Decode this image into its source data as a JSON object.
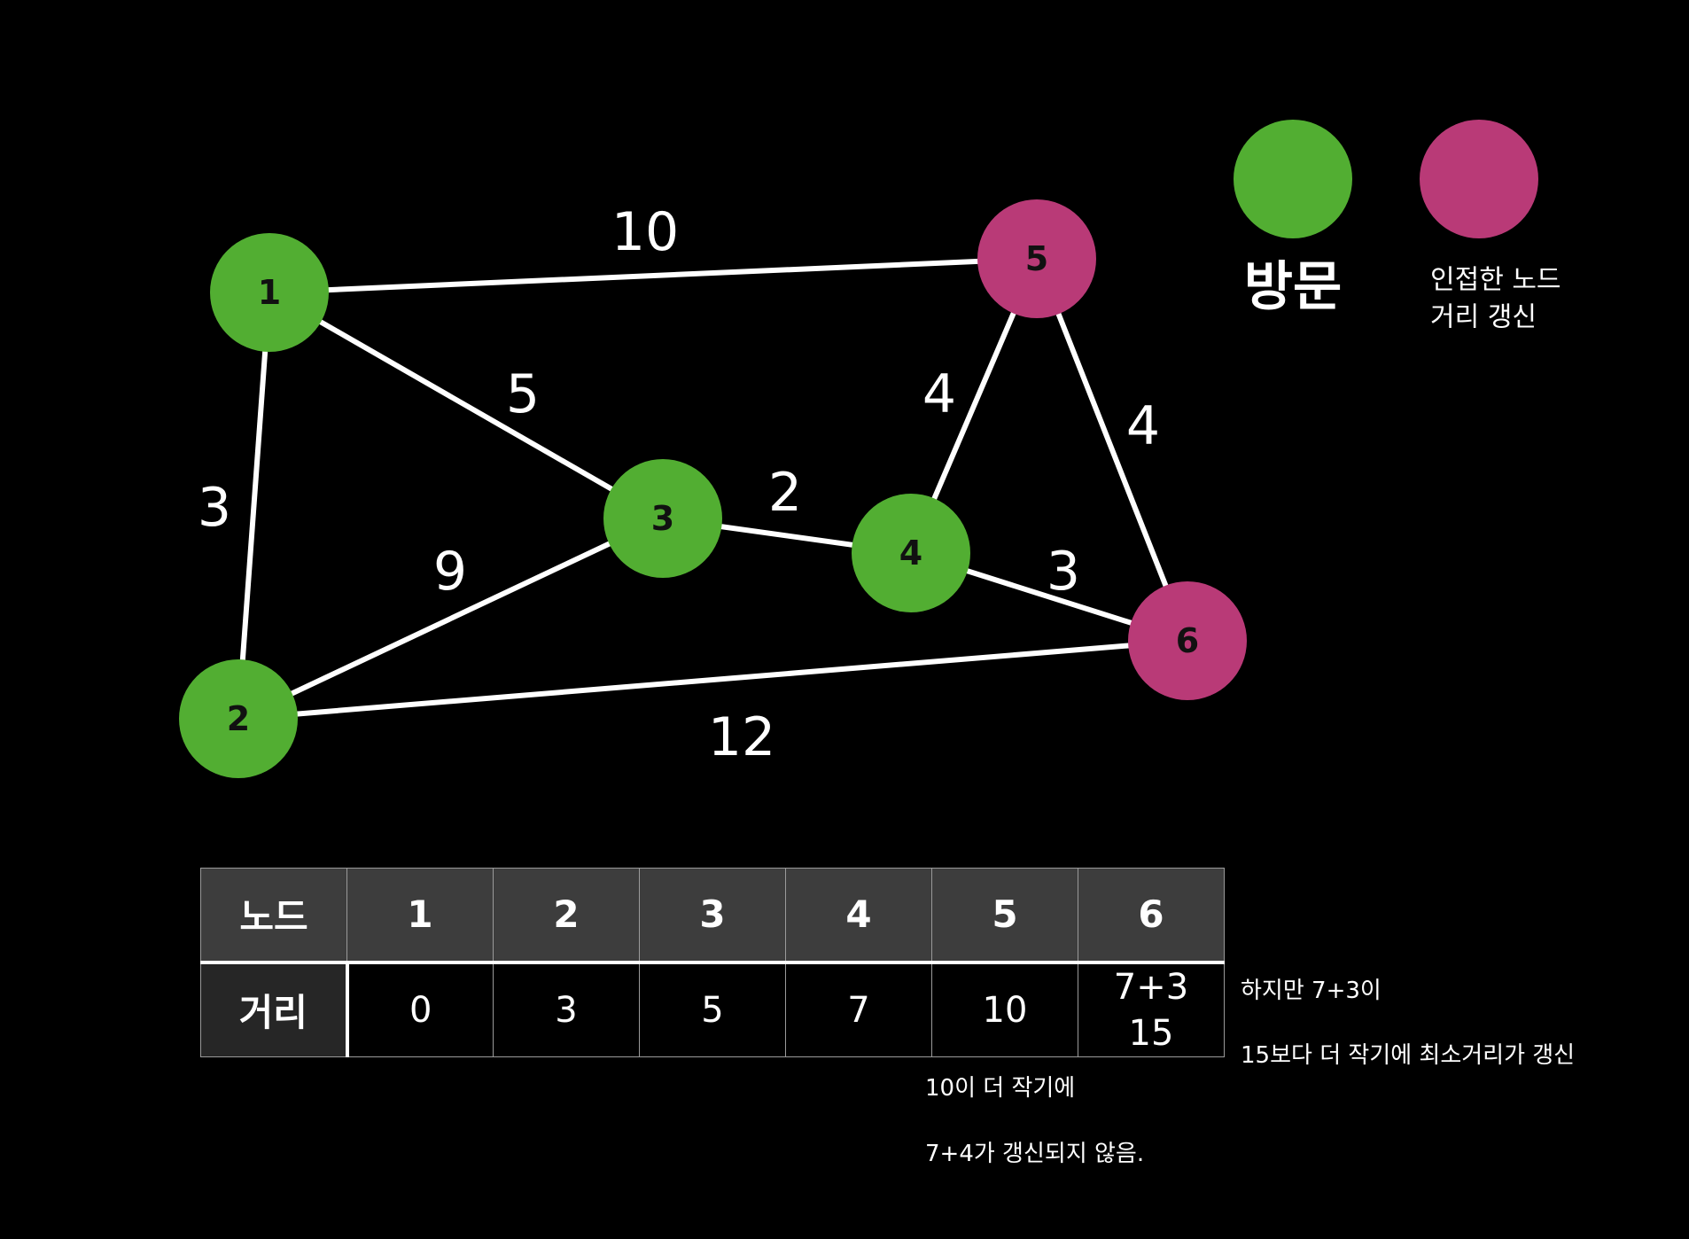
{
  "graph": {
    "nodes": [
      {
        "id": "1",
        "label": "1",
        "state": "visited"
      },
      {
        "id": "2",
        "label": "2",
        "state": "visited"
      },
      {
        "id": "3",
        "label": "3",
        "state": "visited"
      },
      {
        "id": "4",
        "label": "4",
        "state": "visited"
      },
      {
        "id": "5",
        "label": "5",
        "state": "updated"
      },
      {
        "id": "6",
        "label": "6",
        "state": "updated"
      }
    ],
    "edges": [
      {
        "from": "1",
        "to": "5",
        "weight": "10"
      },
      {
        "from": "1",
        "to": "3",
        "weight": "5"
      },
      {
        "from": "1",
        "to": "2",
        "weight": "3"
      },
      {
        "from": "2",
        "to": "3",
        "weight": "9"
      },
      {
        "from": "3",
        "to": "4",
        "weight": "2"
      },
      {
        "from": "4",
        "to": "5",
        "weight": "4"
      },
      {
        "from": "5",
        "to": "6",
        "weight": "4"
      },
      {
        "from": "4",
        "to": "6",
        "weight": "3"
      },
      {
        "from": "2",
        "to": "6",
        "weight": "12"
      }
    ]
  },
  "colors": {
    "visited": "#52ae32",
    "updated": "#b93a77",
    "background": "#000000",
    "edge": "#ffffff"
  },
  "legend": {
    "visited_label": "방문",
    "updated_label_lines": [
      "인접한 노드",
      "거리 갱신"
    ]
  },
  "table": {
    "header_label": "노드",
    "row_label": "거리",
    "columns": [
      {
        "node": "1",
        "distance": [
          "0"
        ]
      },
      {
        "node": "2",
        "distance": [
          "3"
        ]
      },
      {
        "node": "3",
        "distance": [
          "5"
        ]
      },
      {
        "node": "4",
        "distance": [
          "7"
        ]
      },
      {
        "node": "5",
        "distance": [
          "10"
        ]
      },
      {
        "node": "6",
        "distance": [
          "7+3",
          "15"
        ]
      }
    ]
  },
  "notes": {
    "node5_line1": "10이 더 작기에",
    "node5_line2": "7+4가 갱신되지 않음.",
    "node6_line1": "하지만 7+3이",
    "node6_line2": "15보다 더 작기에 최소거리가 갱신"
  }
}
